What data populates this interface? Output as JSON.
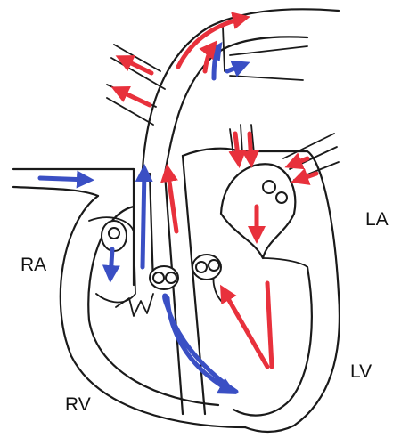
{
  "labels": {
    "ra": "RA",
    "la": "LA",
    "rv": "RV",
    "lv": "LV"
  },
  "colors": {
    "deoxygenated": "#3a4fc4",
    "oxygenated": "#e8313c",
    "outline": "#1a1a1a"
  }
}
